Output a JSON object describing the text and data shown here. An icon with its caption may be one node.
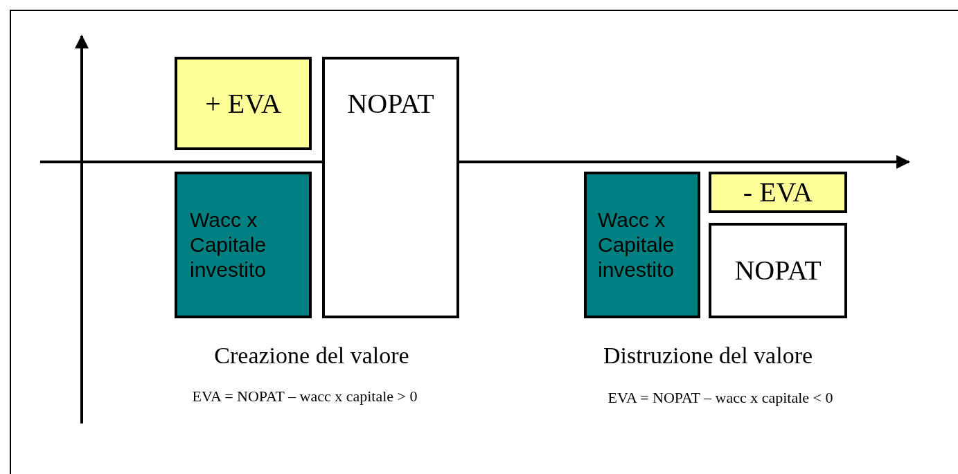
{
  "diagram": {
    "nodes": [
      {
        "text": [
          "+ EVA"
        ]
      },
      {
        "text": [
          "NOPAT"
        ]
      },
      {
        "text": [
          "Wacc x Capitale investito"
        ]
      },
      {
        "text": [
          "Wacc x Capitale investito"
        ]
      },
      {
        "text": [
          "- EVA"
        ]
      },
      {
        "text": [
          "NOPAT"
        ]
      }
    ],
    "edges": [],
    "labels": [
      "Creazione del valore",
      "EVA = NOPAT – wacc x capitale > 0",
      "Distruzione del valore",
      "EVA = NOPAT – wacc x capitale < 0"
    ]
  }
}
